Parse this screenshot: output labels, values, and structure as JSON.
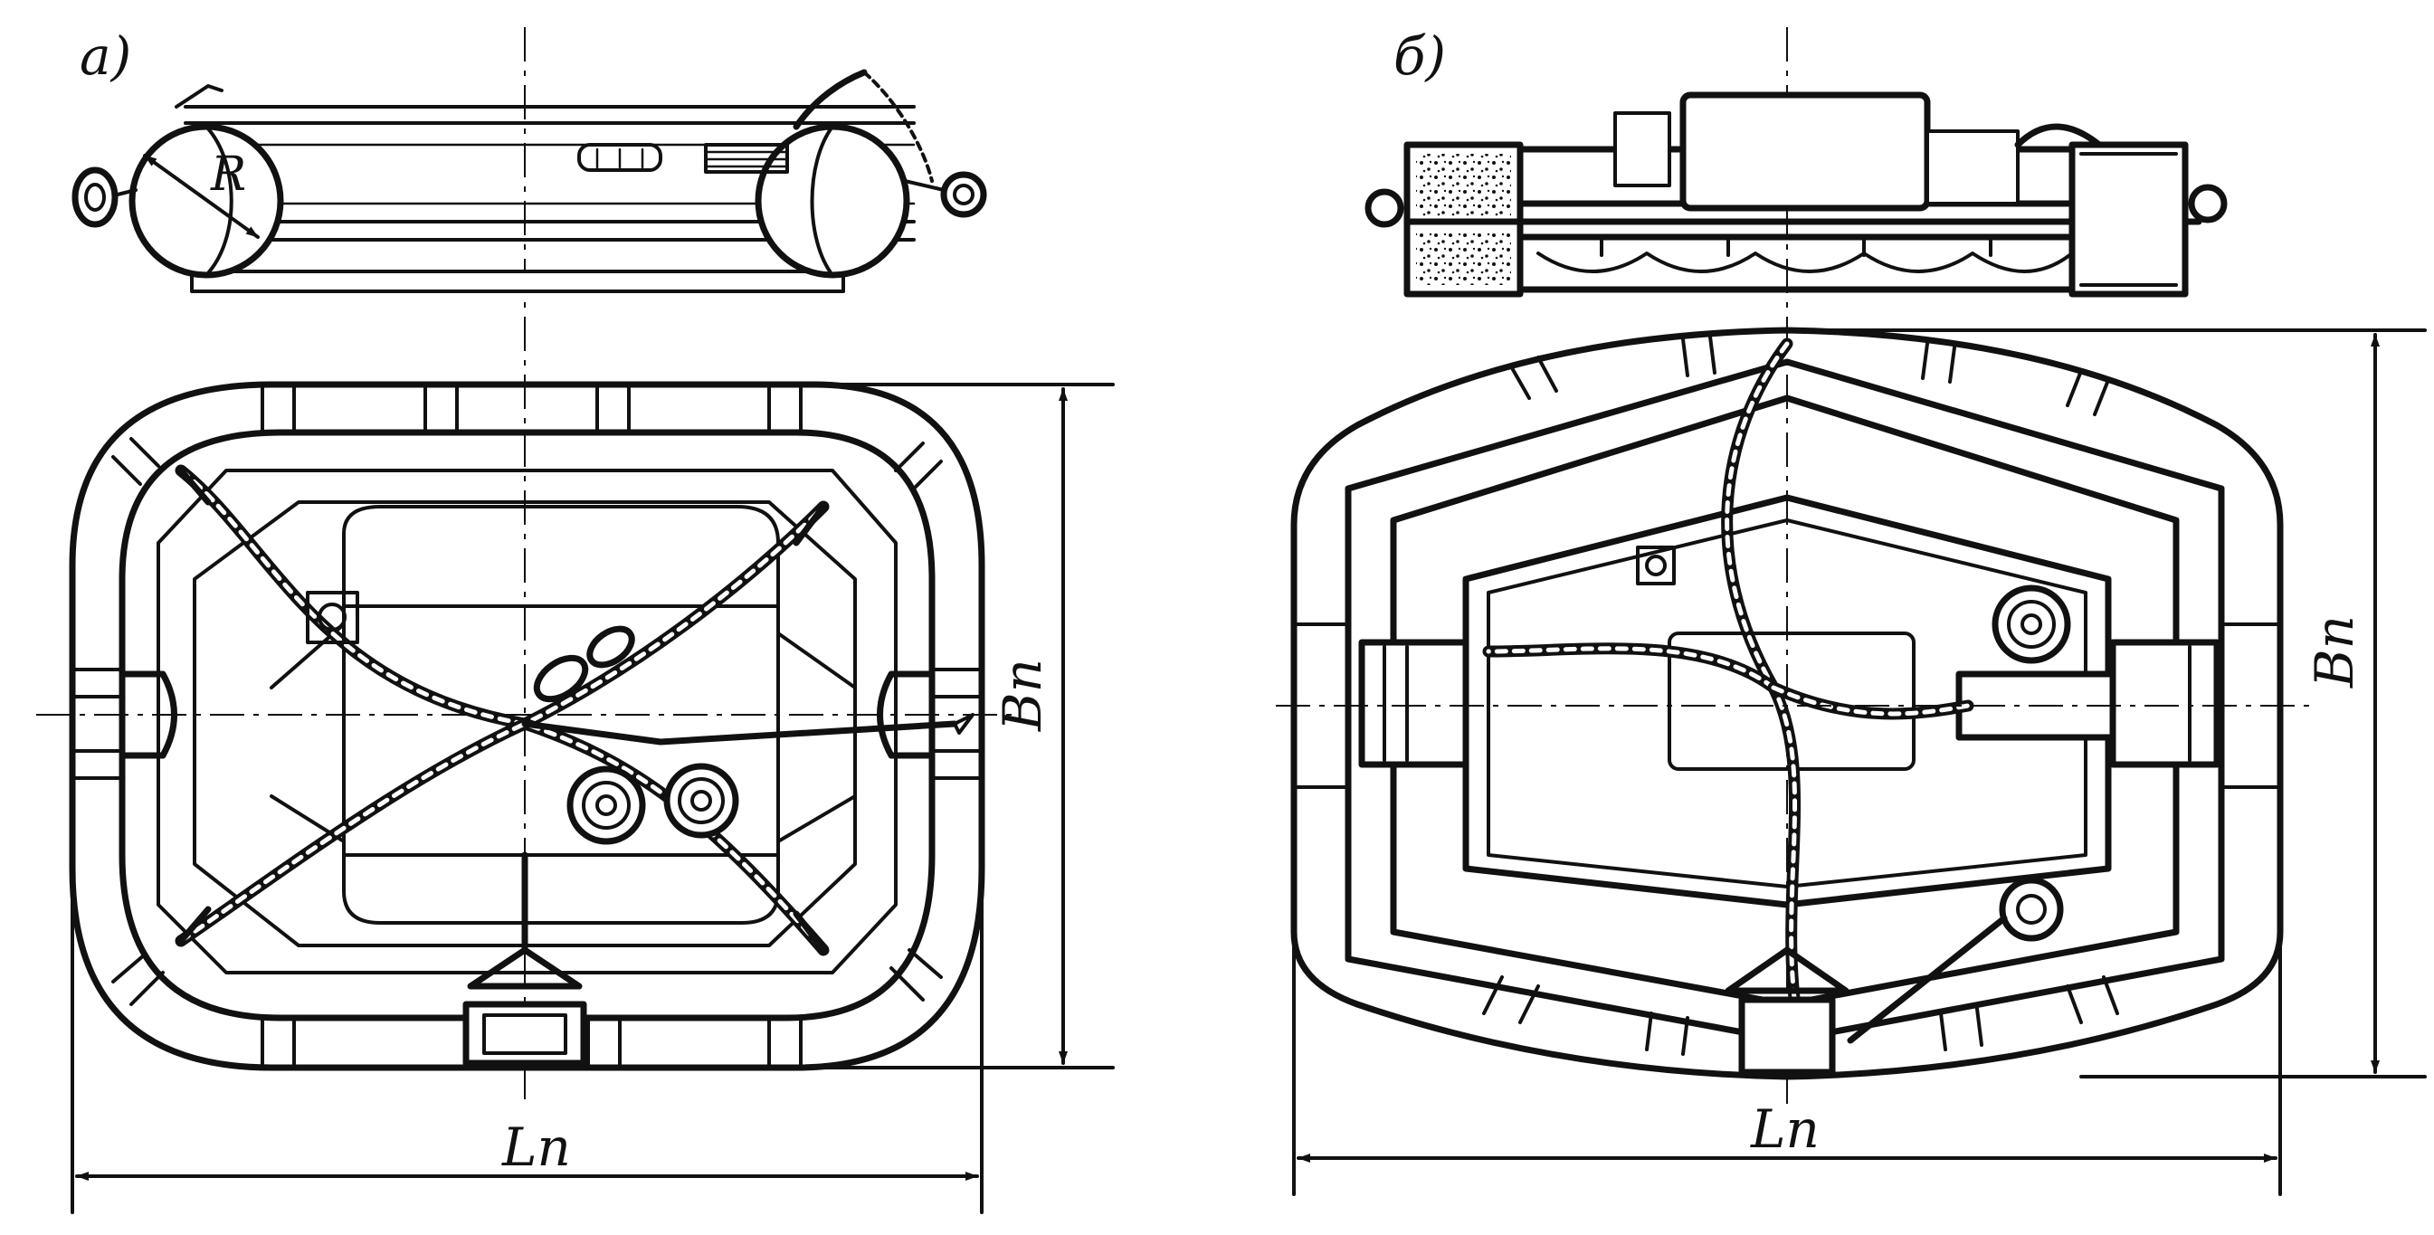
{
  "figure": {
    "panel_a": {
      "label": "а)",
      "radius_label": "R",
      "length_label": "Lп",
      "width_label": "Bп"
    },
    "panel_b": {
      "label": "б)",
      "length_label": "Lп",
      "width_label": "Bп"
    }
  }
}
